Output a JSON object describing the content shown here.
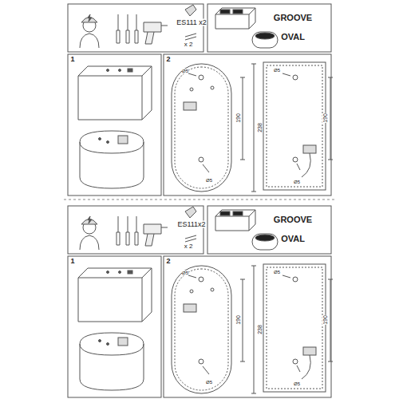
{
  "diagram": {
    "labels": [
      "ES111 x2",
      "x 2",
      "GROOVE",
      "OVAL",
      "1",
      "2",
      "190",
      "238",
      "190",
      "Ø5",
      "Ø5",
      "Ø5",
      "Ø5",
      "ES111x2",
      "x 2",
      "GROOVE",
      "OVAL",
      "1",
      "2",
      "190",
      "238",
      "190",
      "Ø5",
      "Ø5",
      "Ø5",
      "Ø5"
    ]
  }
}
